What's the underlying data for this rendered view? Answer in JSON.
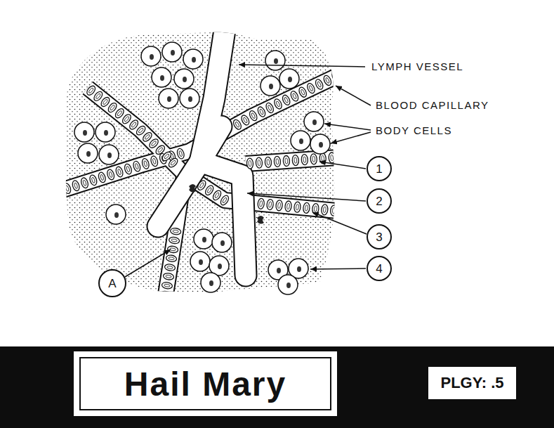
{
  "diagram": {
    "nodes": [
      {
        "text": [
          "1"
        ]
      },
      {
        "text": [
          "2"
        ]
      },
      {
        "text": [
          "3"
        ]
      },
      {
        "text": [
          "4"
        ]
      },
      {
        "text": [
          "A"
        ]
      },
      {
        "text": [
          "Hail Mary"
        ]
      },
      {
        "text": [
          "PLGY: .5"
        ]
      }
    ],
    "labels": [
      "LYMPH VESSEL",
      "BLOOD CAPILLARY",
      "BODY CELLS"
    ]
  }
}
